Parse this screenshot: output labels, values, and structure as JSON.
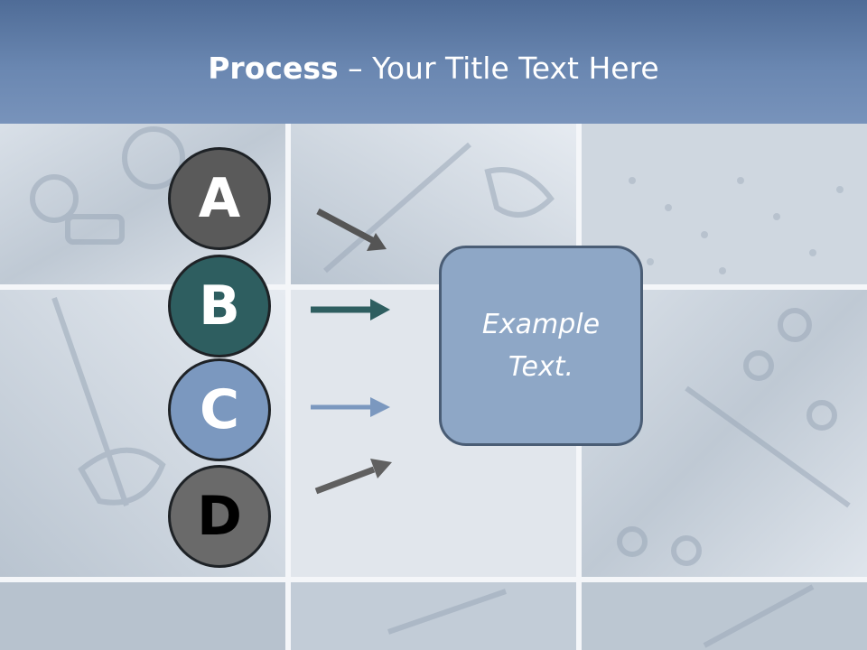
{
  "title": {
    "bold": "Process",
    "rest": " – Your Title Text Here"
  },
  "steps": [
    {
      "letter": "A",
      "fill": "#5a5a5a",
      "text": "#ffffff",
      "arrow": "#555555"
    },
    {
      "letter": "B",
      "fill": "#2e5e60",
      "text": "#ffffff",
      "arrow": "#2e5e60"
    },
    {
      "letter": "C",
      "fill": "#7b98bf",
      "text": "#ffffff",
      "arrow": "#7b98bf"
    },
    {
      "letter": "D",
      "fill": "#6a6a6a",
      "text": "#000000",
      "arrow": "#606060"
    }
  ],
  "box": {
    "line1": "Example",
    "line2": "Text."
  },
  "colors": {
    "title_band": "#5f7ca6",
    "box_fill": "#8ea7c6"
  }
}
